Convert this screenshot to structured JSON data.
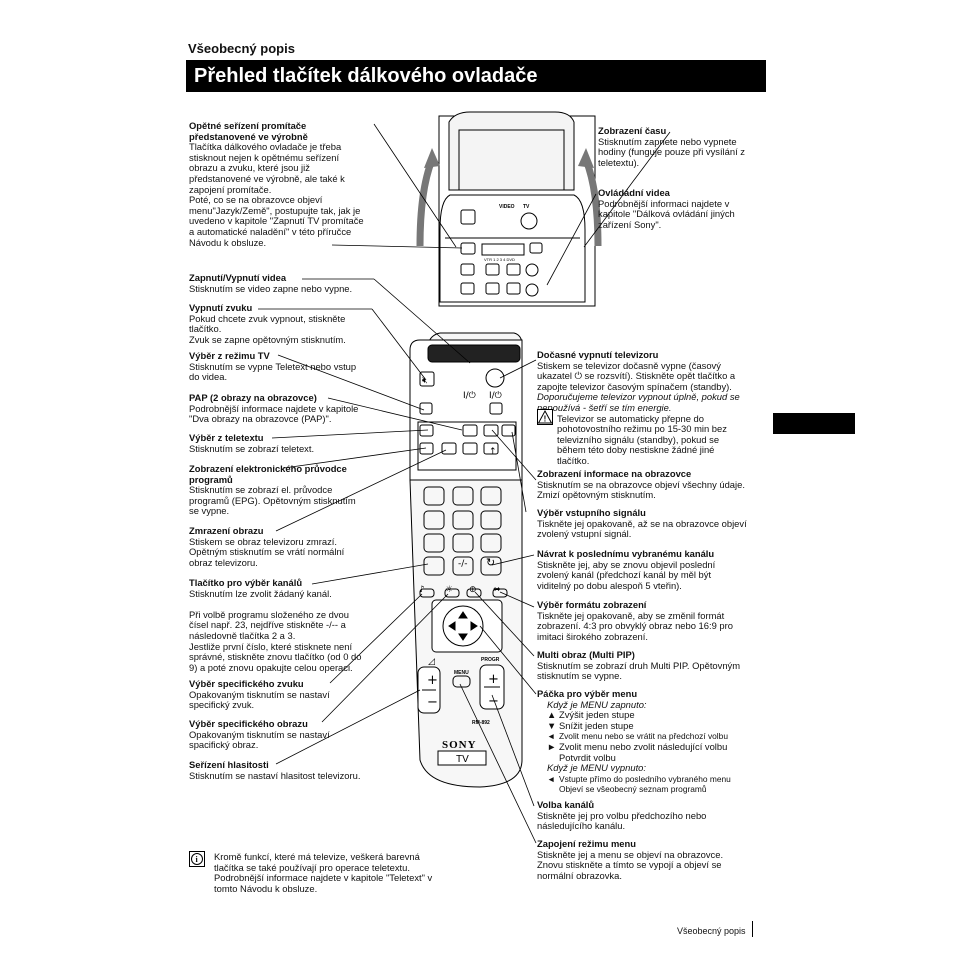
{
  "header": {
    "section": "Všeobecný popis",
    "title": "Přehled tlačítek dálkového ovladače"
  },
  "remote": {
    "video_label": "VIDEO",
    "tv_label": "TV",
    "power_glyph": "I/⏻",
    "vtr_strip": "VTR 1 2 3 4 DVD",
    "menu_label": "MENU",
    "progr_label": "PROGR",
    "model": "RM-892",
    "brand": "SONY",
    "tv_text": "TV"
  },
  "left_blocks": [
    {
      "heading": "Opětné seřízení promítače\npředstanovené ve výrobně",
      "text": "Tlačítka dálkového ovladače je třeba\nstisknout nejen k opětnému seřízení\nobrazu a zvuku, které jsou již\npředstanovené ve výrobně, ale také k\nzapojení promítače.\nPoté, co se na obrazovce objeví\nmenu\"Jazyk/Země\", postupujte tak, jak je\nuvedeno v kapitole \"Zapnutí TV promítače\na  automatické naladění\" v této příručce\nNávodu k obsluze."
    },
    {
      "heading": "Zapnutí/Vypnutí videa",
      "text": "Stisknutím se video zapne nebo vypne."
    },
    {
      "heading": "Vypnutí zvuku",
      "text": "Pokud chcete zvuk vypnout, stiskněte\ntlačítko.\nZvuk se zapne opětovným stisknutím."
    },
    {
      "heading": "Výběr z režimu TV",
      "text": "Stisknutím se vypne Teletext nebo vstup\ndo videa."
    },
    {
      "heading": "PAP (2 obrazy na obrazovce)",
      "text": "Podrobnější informace najdete v kapitole\n\"Dva obrazy na obrazovce (PAP)\"."
    },
    {
      "heading": "Výběr z teletextu",
      "text": "Stisknutím se zobrazí teletext."
    },
    {
      "heading": "Zobrazení elektronického průvodce\nprogramů",
      "text": "Stisknutím se zobrazí el. průvodce\nprogramů (EPG). Opětovným stisknutím\nse vypne."
    },
    {
      "heading": "Zmrazení obrazu",
      "text": "Stiskem se obraz televizoru zmrazí.\nOpětným stisknutím se vrátí normální\nobraz televizoru."
    },
    {
      "heading": "Tlačítko pro výběr kanálů",
      "text": "Stisknutím lze zvolit žádaný kanál.\n\nPři volbě programu složeného ze dvou\nčísel např. 23, nejdříve stiskněte -/-- a\nnásledovně tlačítka 2 a 3.\nJestliže první číslo, které stisknete není\nsprávné, stiskněte znovu tlačítko (od 0 do\n9) a poté znovu opakujte celou operaci."
    },
    {
      "heading": "Výběr specifického zvuku",
      "text": "Opakovaným tisknutím se nastaví\nspecifický zvuk."
    },
    {
      "heading": "Výběr specifického obrazu",
      "text": "Opakovaným tisknutím se nastaví\nspacifický obraz."
    },
    {
      "heading": "Seřízení hlasitosti",
      "text": "Stisknutím se nastaví hlasitost televizoru."
    }
  ],
  "right_blocks": {
    "time": {
      "heading": "Zobrazení času",
      "text": "Stisknutím zapnete nebo vypnete\nhodiny (funguje pouze při vysílání z\nteletextu)."
    },
    "video_ctrl": {
      "heading": "Ovládádní videa",
      "text": "Podrobnější informaci najdete v\nkapitole \"Dálková ovládání jiných\nzařízení Sony\"."
    },
    "sleep": {
      "heading": "Dočasné vypnutí televizoru",
      "text": "Stiskem se televizor dočasně vypne (časový\nukazatel   ⏻  se rozsvítí). Stiskněte opět tlačítko a\nzapojte televizor časovým spínačem (standby).",
      "italic": "Doporučujeme televizor vypnout úplně, pokud se\nnepoužívá - šetří se tím energie.",
      "warn": "Televizor se automaticky přepne do\npohotovostního režimu po 15-30 min bez\ntelevizního signálu (standby), pokud se\nběhem této doby nestiskne žádné jiné\ntlačítko."
    },
    "info": {
      "heading": "Zobrazení informace na obrazovce",
      "text": "Stisknutím se na obrazovce objeví všechny údaje.\nZmizí opětovným stisknutím."
    },
    "input": {
      "heading": "Výběr vstupního signálu",
      "text": "Tiskněte jej opakovaně, až se na obrazovce objeví\nzvolený vstupní signál."
    },
    "last": {
      "heading": "Návrat k poslednímu vybranému kanálu",
      "text": "Stiskněte jej, aby se znovu objevil poslední\nzvolený kanál (předchozí kanál by měl být\nviditelný po dobu alespoň 5 vteřin)."
    },
    "format": {
      "heading": "Výběr formátu zobrazení",
      "text": "Tiskněte jej opakovaně, aby se změnil formát\nzobrazení. 4:3 pro obvyklý obraz nebo 16:9 pro\nimitaci širokého zobrazení."
    },
    "multi": {
      "heading": "Multi obraz (Multi PIP)",
      "text": "Stisknutím se zobrazí druh Multi PIP. Opětovným\nstisknutím se vypne."
    },
    "joy": {
      "heading": "Páčka pro výběr menu",
      "on": "Když je MENU zapnuto:",
      "items_on": [
        [
          "▲",
          "Zvýšit jeden stupe"
        ],
        [
          "▼",
          "Snížit jeden stupe"
        ],
        [
          "◄",
          "Zvolit menu nebo se vrátit na předchozí volbu"
        ],
        [
          "►",
          "Zvolit menu nebo zvolit následující volbu\nPotvrdit volbu"
        ]
      ],
      "off": "Když je MENU vypnuto:",
      "items_off": [
        [
          "◄",
          "Vstupte přímo do posledního vybraného menu\nObjeví se všeobecný seznam programů"
        ]
      ]
    },
    "volba": {
      "heading": "Volba kanálů",
      "text": "Stiskněte jej pro volbu předchozího nebo\nnásledujícího kanálu."
    },
    "menu": {
      "heading": "Zapojení režimu menu",
      "text": "Stiskněte jej a menu se objeví na obrazovce.\nZnovu stiskněte a tímto se vypojí a objeví se\nnormální obrazovka."
    }
  },
  "note": "Kromě funkcí, které má televize, veškerá barevná\ntlačítka se také používají pro operace teletextu.\nPodrobnější informace najdete v kapitole \"Teletext\" v\ntomto Návodu k obsluze.",
  "footer": "Všeobecný popis"
}
